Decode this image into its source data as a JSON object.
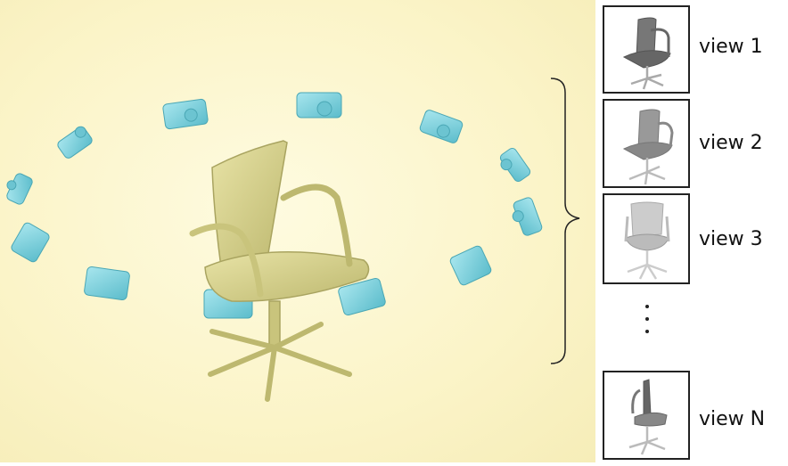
{
  "scene": {
    "cameras_icon": "camera-icon",
    "object_icon": "office-chair",
    "brace_icon": "curly-brace"
  },
  "views": [
    {
      "label": "view 1",
      "shade": "dark"
    },
    {
      "label": "view 2",
      "shade": "medium"
    },
    {
      "label": "view 3",
      "shade": "light"
    },
    {
      "label": "view N",
      "shade": "side"
    }
  ],
  "ellipsis": "⋮",
  "colors": {
    "camera_fill": "#7fd0da",
    "camera_edge": "#4aa7b5",
    "chair_fill": "#d9d48e",
    "chair_edge": "#a9a460",
    "background": "#fbf4c8"
  }
}
